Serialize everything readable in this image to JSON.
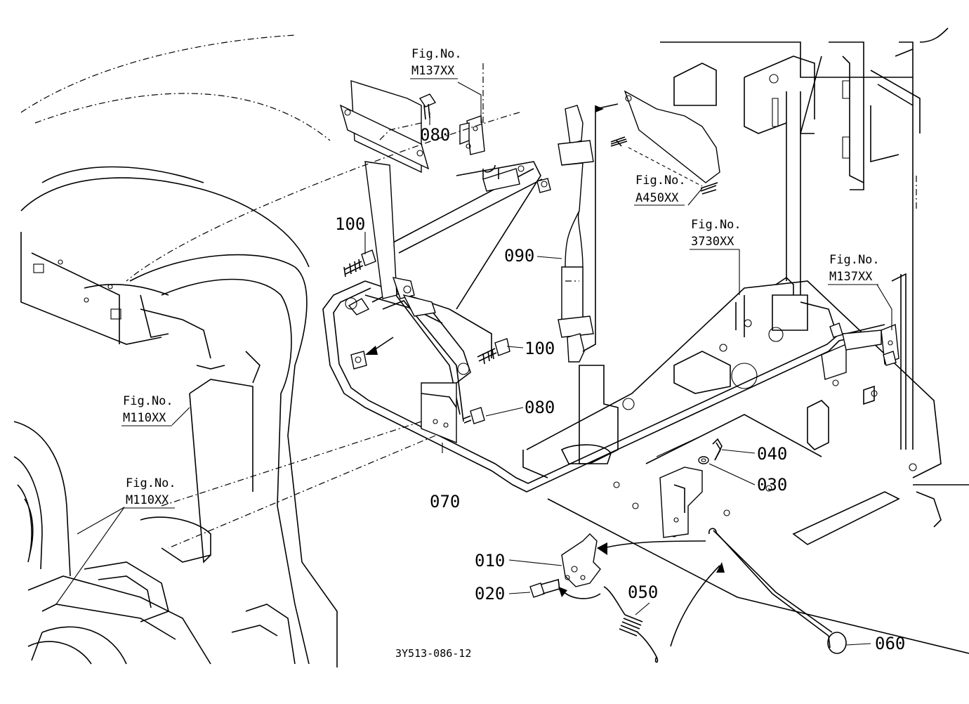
{
  "parts": {
    "p010": "010",
    "p020": "020",
    "p030": "030",
    "p040": "040",
    "p050": "050",
    "p060": "060",
    "p070": "070",
    "p080a": "080",
    "p080b": "080",
    "p090": "090",
    "p100a": "100",
    "p100b": "100"
  },
  "figure_refs": {
    "m137_top": {
      "caption": "Fig.No.",
      "number": "M137XX"
    },
    "a450": {
      "caption": "Fig.No.",
      "number": "A450XX"
    },
    "r3730": {
      "caption": "Fig.No.",
      "number": "3730XX"
    },
    "m137_right": {
      "caption": "Fig.No.",
      "number": "M137XX"
    },
    "m110_upper": {
      "caption": "Fig.No.",
      "number": "M110XX"
    },
    "m110_lower": {
      "caption": "Fig.No.",
      "number": "M110XX"
    }
  },
  "drawing_code": "3Y513-086-12"
}
